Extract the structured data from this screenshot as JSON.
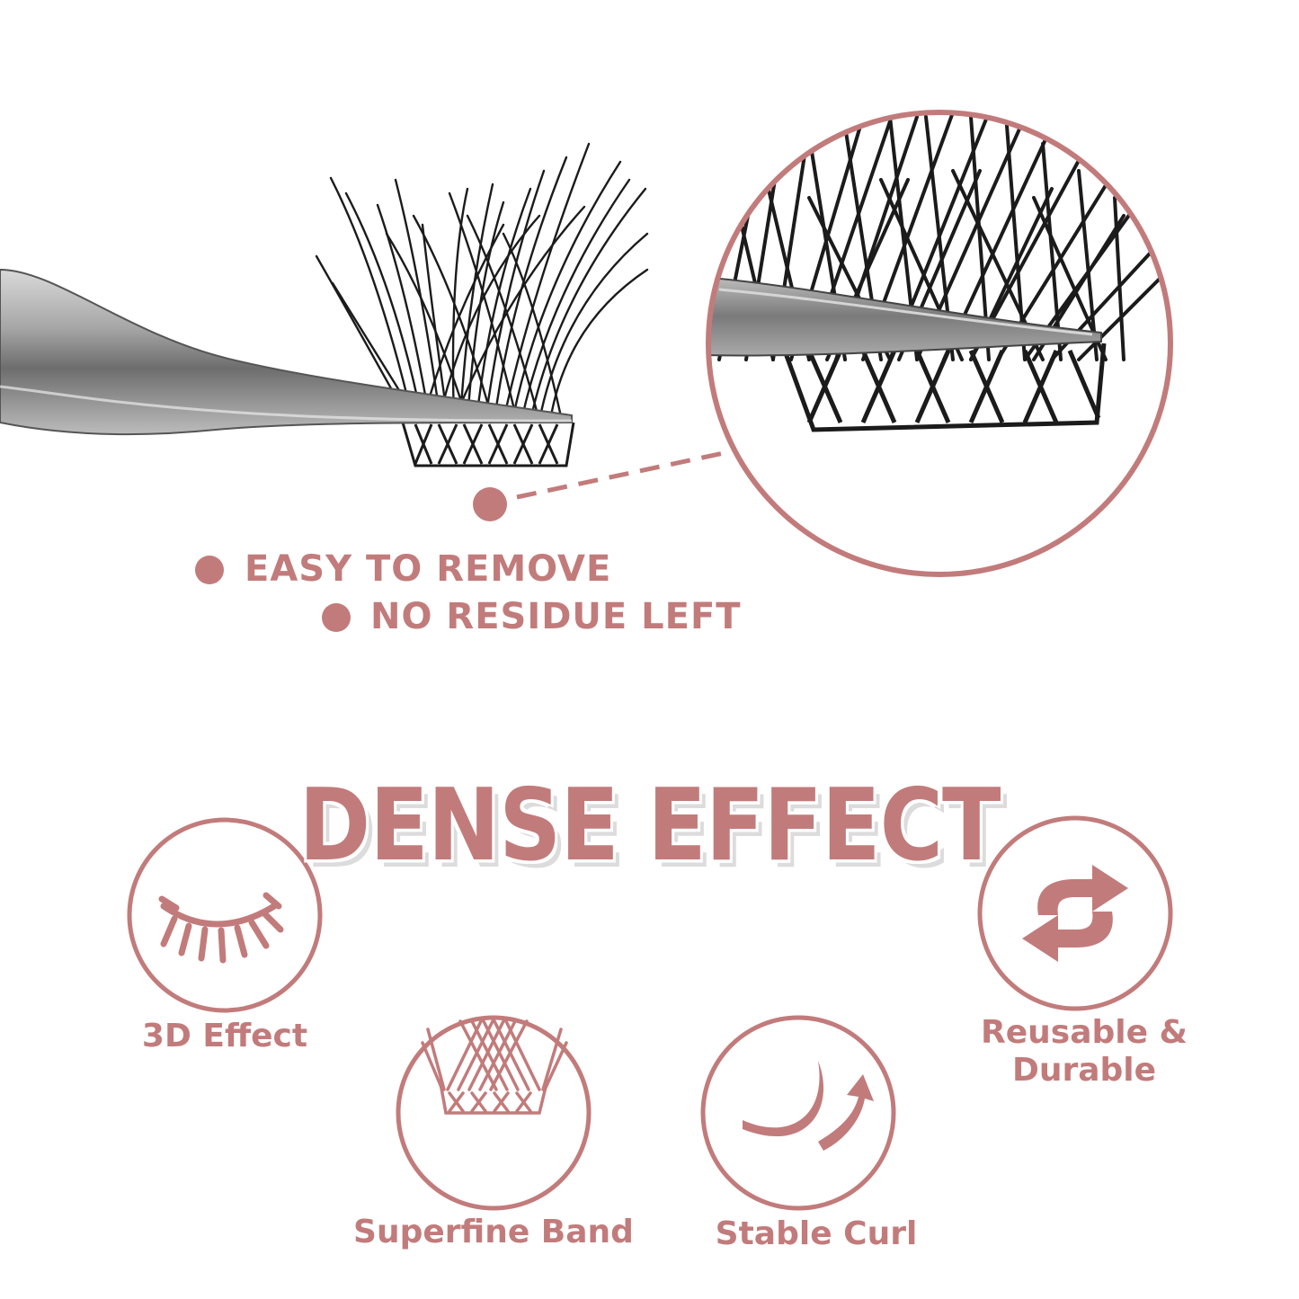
{
  "bullets": {
    "easy_to_remove": "EASY TO REMOVE",
    "no_residue_left": "NO RESIDUE LEFT"
  },
  "headline": "DENSE EFFECT",
  "features": {
    "effect_3d": "3D Effect",
    "superfine_band": "Superfine Band",
    "stable_curl": "Stable Curl",
    "reusable_line1": "Reusable &",
    "reusable_line2": "Durable"
  },
  "icons": {
    "closed_eye": "closed-eye-icon",
    "lash_band": "lash-band-icon",
    "curl_arrow": "curl-arrow-icon",
    "refresh": "refresh-icon"
  },
  "colors": {
    "accent": "#c27b7b",
    "lash": "#1b1b1b",
    "tweezer": "#8d8d8d"
  }
}
